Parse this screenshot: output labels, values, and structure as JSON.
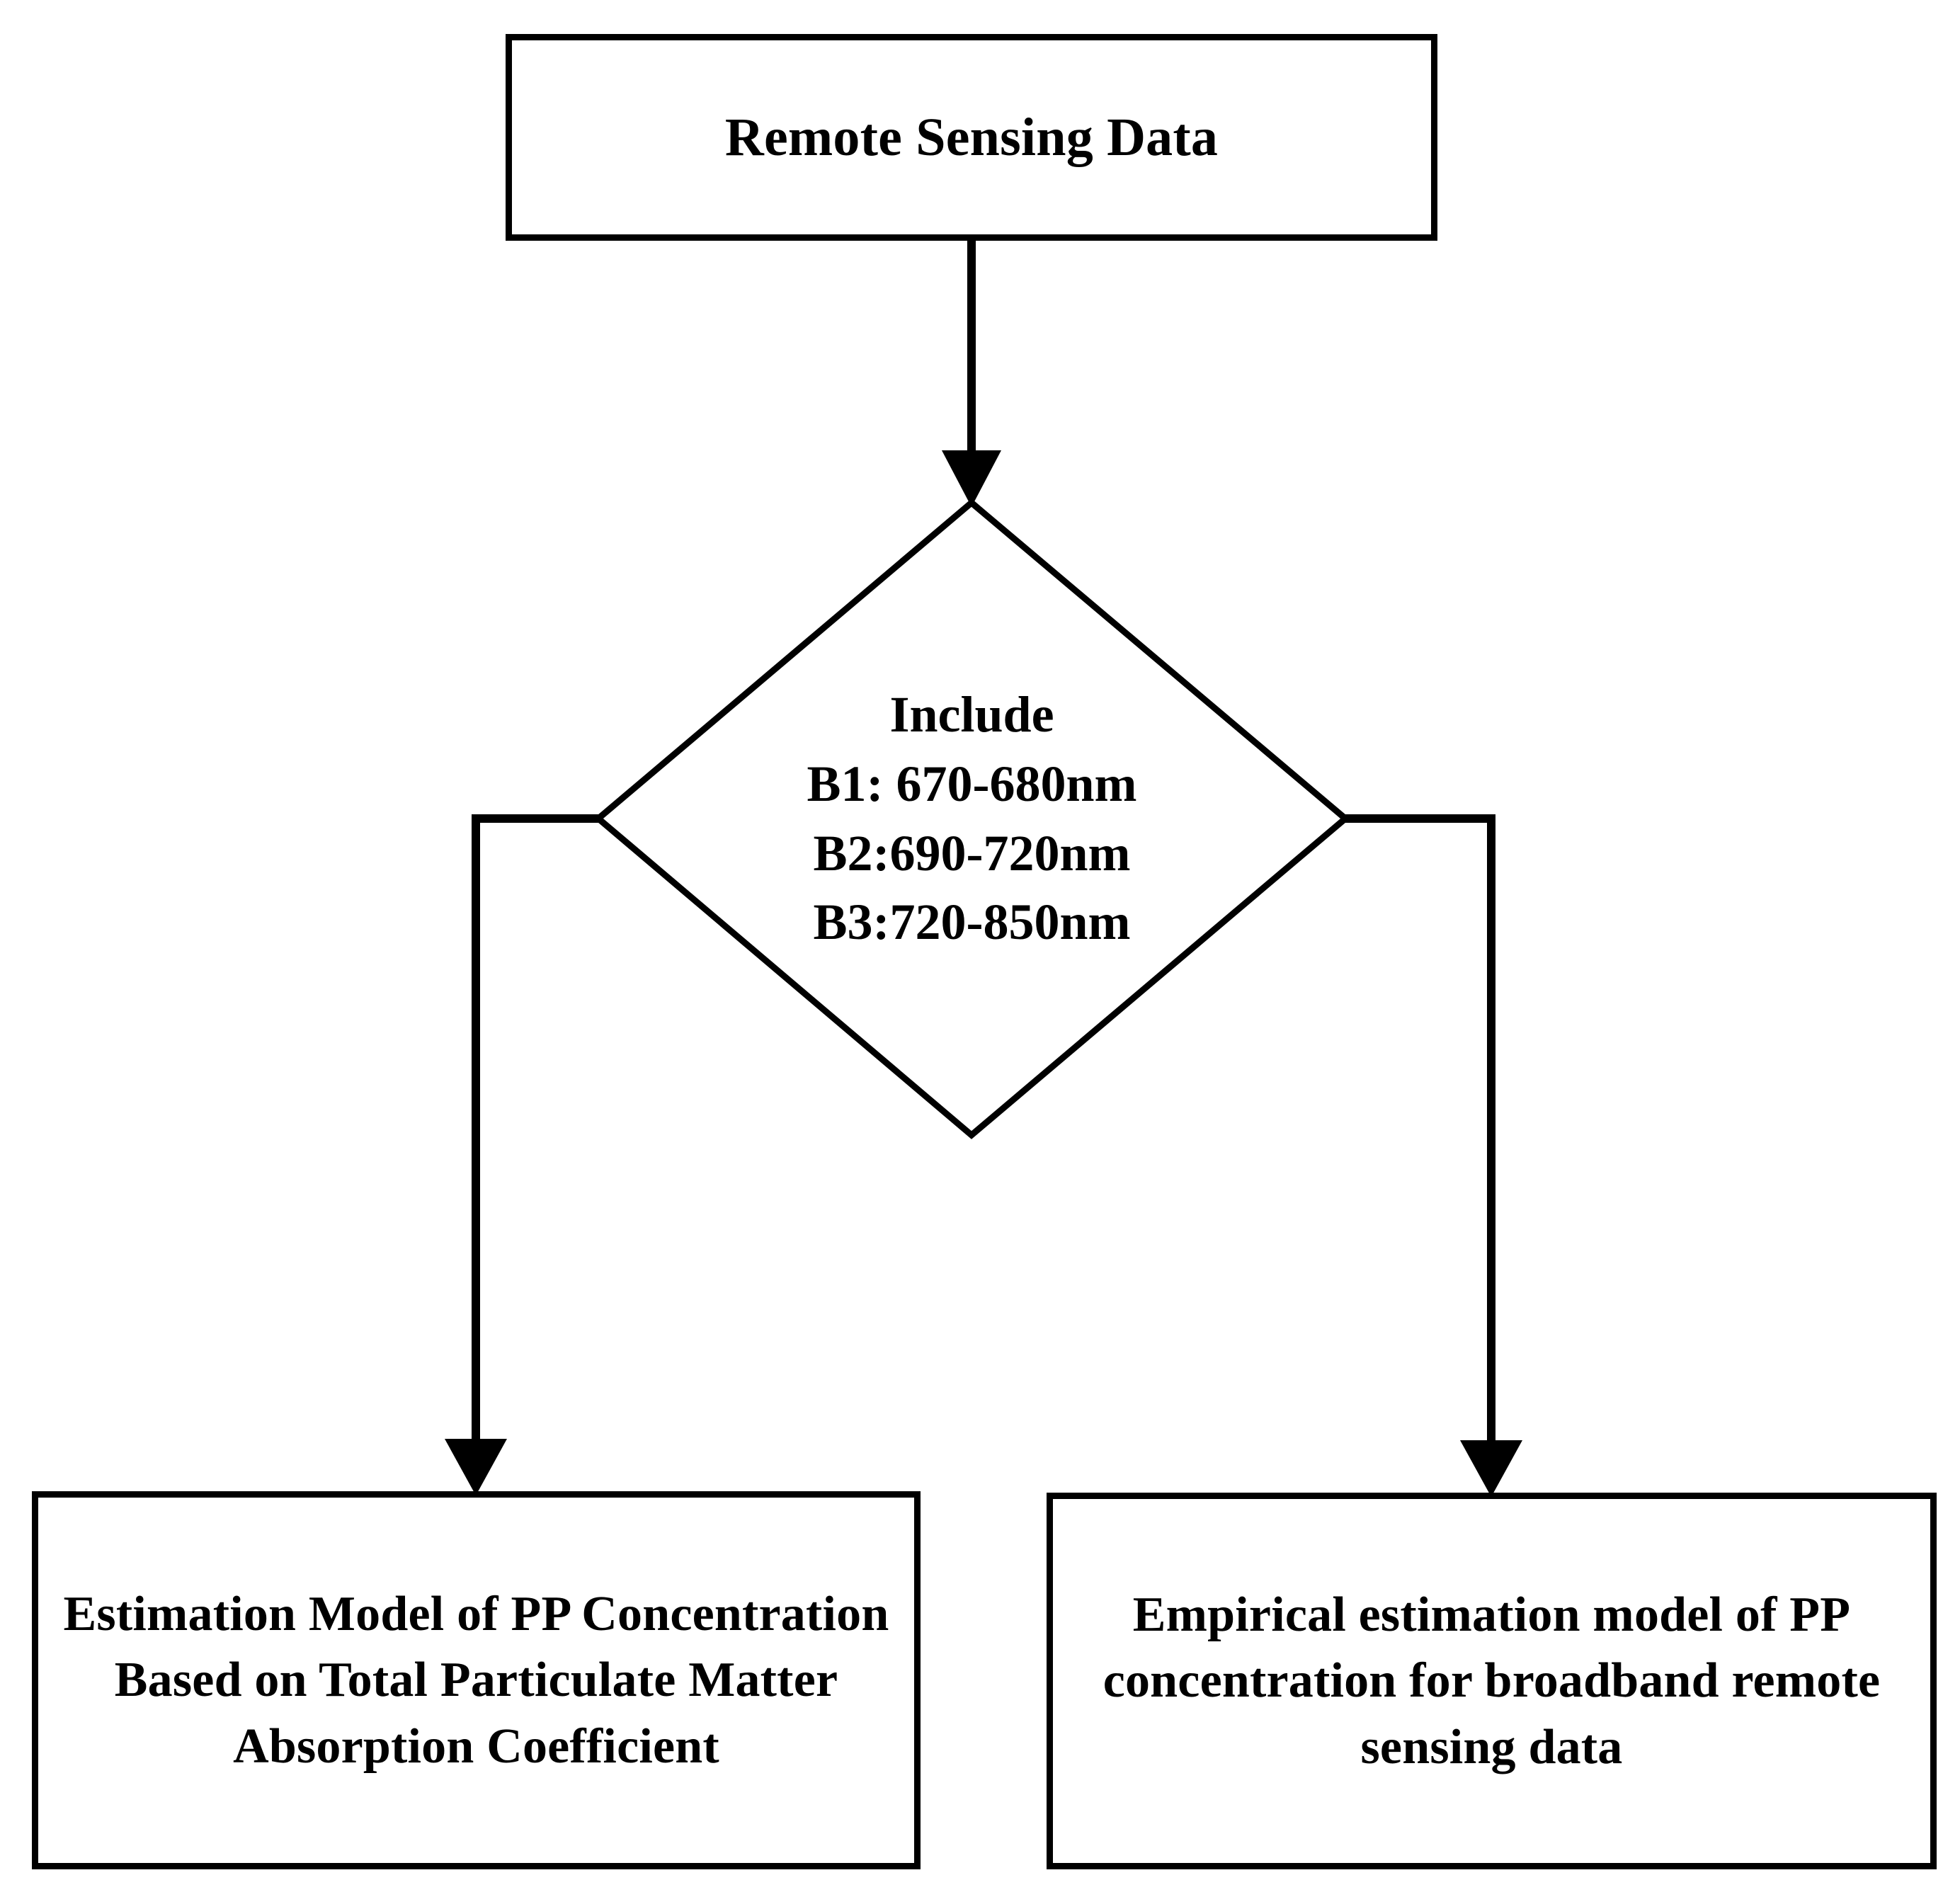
{
  "diagram": {
    "type": "flowchart",
    "orientation": "top-down",
    "background_color": "#ffffff",
    "stroke_color": "#000000",
    "nodes": {
      "remote_sensing_data": {
        "shape": "rectangle",
        "label": "Remote Sensing Data"
      },
      "include_bands": {
        "shape": "diamond",
        "lines": [
          "Include",
          "B1: 670-680nm",
          "B2:690-720nm",
          "B3:720-850nm"
        ]
      },
      "total_absorption_model": {
        "shape": "rectangle",
        "label": "Estimation Model of PP Concentration Based on Total Particulate Matter Absorption Coefficient"
      },
      "broadband_empirical_model": {
        "shape": "rectangle",
        "label": "Empirical estimation model of PP concentration for broadband remote sensing data"
      }
    },
    "edges": [
      {
        "from": "remote_sensing_data",
        "to": "include_bands",
        "style": "solid",
        "arrow": "down"
      },
      {
        "from": "include_bands",
        "to": "total_absorption_model",
        "style": "solid",
        "arrow": "down",
        "route": "left-elbow"
      },
      {
        "from": "include_bands",
        "to": "broadband_empirical_model",
        "style": "solid",
        "arrow": "down",
        "route": "right-elbow"
      }
    ]
  }
}
